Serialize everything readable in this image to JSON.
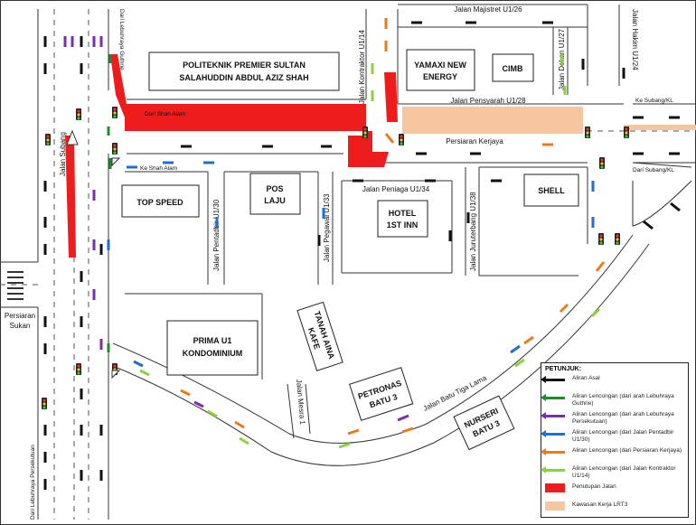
{
  "colors": {
    "black": "#111111",
    "green_dark": "#1f8a2e",
    "purple": "#7a2fa8",
    "blue": "#1e6fd0",
    "orange": "#ea7a1e",
    "green_light": "#8cd23c",
    "closure": "#ee1c1c",
    "lrt3": "#f5c6a0"
  },
  "roads": {
    "majistret": "Jalan Majistret U1/26",
    "kontraktor": "Jalan Kontraktor U1/14",
    "dekan": "Jalan Dekan U1/27",
    "hakim": "Jalan Hakim U1/24",
    "pensyarah": "Jalan Pensyarah U1/28",
    "kerjaya": "Persiaran Kerjaya",
    "subang": "Jalan Subang",
    "pentadbir": "Jalan Pentadbir U1/30",
    "pegawai": "Jalan Pegawai U1/33",
    "peniaga": "Jalan Peniaga U1/34",
    "juruterbang": "Jalan Juruterbang U1/38",
    "sukan": "Persiaran Sukan",
    "batu_tiga_lama": "Jalan Batu Tiga Lama",
    "mesra": "Jalan Mesra 1"
  },
  "directions": {
    "dari_guthrie": "Dari Lebuhraya Guthrie",
    "dari_shah_alam": "Dari Shah Alam",
    "ke_shah_alam": "Ke Shah Alam",
    "ke_subang_kl": "Ke Subang/KL",
    "dari_subang_kl": "Dari Subang/KL",
    "dari_persekutuan": "Dari Lebuhraya Persekutuan"
  },
  "buildings": {
    "politeknik_1": "POLITEKNIK PREMIER SULTAN",
    "politeknik_2": "SALAHUDDIN ABDUL AZIZ SHAH",
    "yamaxi_1": "YAMAXI NEW",
    "yamaxi_2": "ENERGY",
    "cimb": "CIMB",
    "top_speed": "TOP SPEED",
    "pos_1": "POS",
    "pos_2": "LAJU",
    "hotel_1": "HOTEL",
    "hotel_2": "1ST INN",
    "shell": "SHELL",
    "prima_1": "PRIMA U1",
    "prima_2": "KONDOMINIUM",
    "tanah_1": "TANAH AINA",
    "tanah_2": "KAFE",
    "petronas_1": "PETRONAS",
    "petronas_2": "BATU 3",
    "nurseri_1": "NURSERI",
    "nurseri_2": "BATU 3"
  },
  "legend": {
    "title": "PETUNJUK:",
    "items": [
      {
        "text": "Aliran Asal",
        "color": "#111111",
        "kind": "arrow"
      },
      {
        "text": "Aliran Lencongan (dari arah Lebuhraya Guthrie)",
        "color": "#1f8a2e",
        "kind": "arrow"
      },
      {
        "text": "Aliran Lencongan (dari arah Lebuhraya Persekutuan)",
        "color": "#7a2fa8",
        "kind": "arrow"
      },
      {
        "text": "Aliran Lencongan (dari Jalan Pentadbir U1/30)",
        "color": "#1e6fd0",
        "kind": "arrow"
      },
      {
        "text": "Aliran Lencongan (dari Persiaran Kerjaya)",
        "color": "#ea7a1e",
        "kind": "arrow"
      },
      {
        "text": "Aliran Lencongan (dari Jalan Kontraktor U1/14)",
        "color": "#8cd23c",
        "kind": "arrow"
      },
      {
        "text": "Penutupan Jalan",
        "color": "#ee1c1c",
        "kind": "box"
      },
      {
        "text": "Kawasan Kerja LRT3",
        "color": "#f5c6a0",
        "kind": "box"
      }
    ]
  }
}
